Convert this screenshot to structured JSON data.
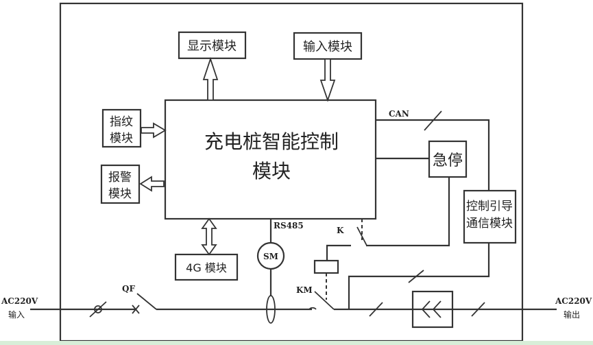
{
  "diagram": {
    "title": "充电桩智能控制系统框图",
    "main_block": {
      "line1": "充电桩智能控制",
      "line2": "模块"
    },
    "modules": {
      "display": "显示模块",
      "input": "输入模块",
      "fingerprint_line1": "指纹",
      "fingerprint_line2": "模块",
      "alarm_line1": "报警",
      "alarm_line2": "模块",
      "g4": "4G 模块",
      "estop": "急停",
      "pilot_line1": "控制引导",
      "pilot_line2": "通信模块",
      "meter": "SM"
    },
    "labels": {
      "can": "CAN",
      "rs485": "RS485",
      "relay_k": "K",
      "contactor_km": "KM",
      "breaker_qf": "QF",
      "input_voltage": "AC220V",
      "input_text": "输入",
      "output_voltage": "AC220V",
      "output_text": "输出"
    }
  }
}
